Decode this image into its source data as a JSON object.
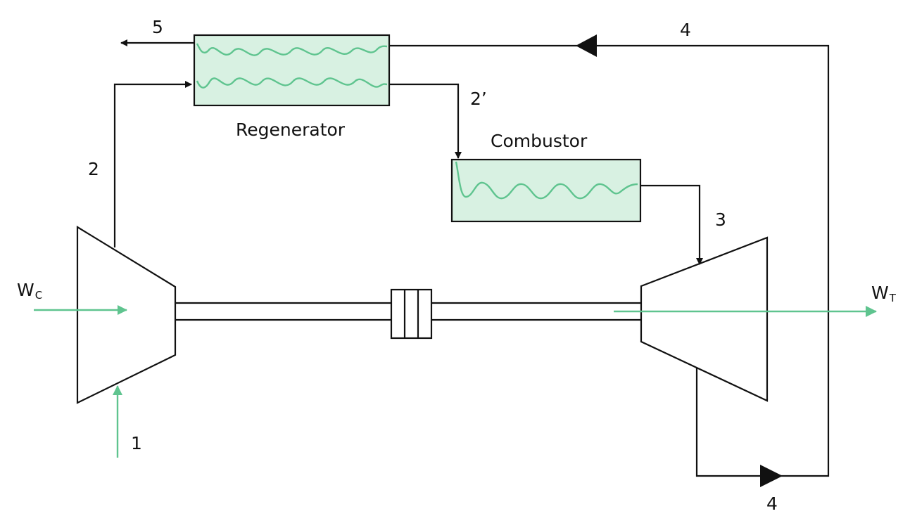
{
  "colors": {
    "line": "#111111",
    "accent": "#5fc48f",
    "box_fill": "#d8f1e2"
  },
  "components": {
    "regenerator": "Regenerator",
    "combustor": "Combustor"
  },
  "states": {
    "s1": "1",
    "s2": "2",
    "s2p": "2’",
    "s3": "3",
    "s4_top": "4",
    "s4_bottom": "4",
    "s5": "5"
  },
  "work": {
    "compressor": {
      "main": "W",
      "sub": "C"
    },
    "turbine": {
      "main": "W",
      "sub": "T"
    }
  }
}
